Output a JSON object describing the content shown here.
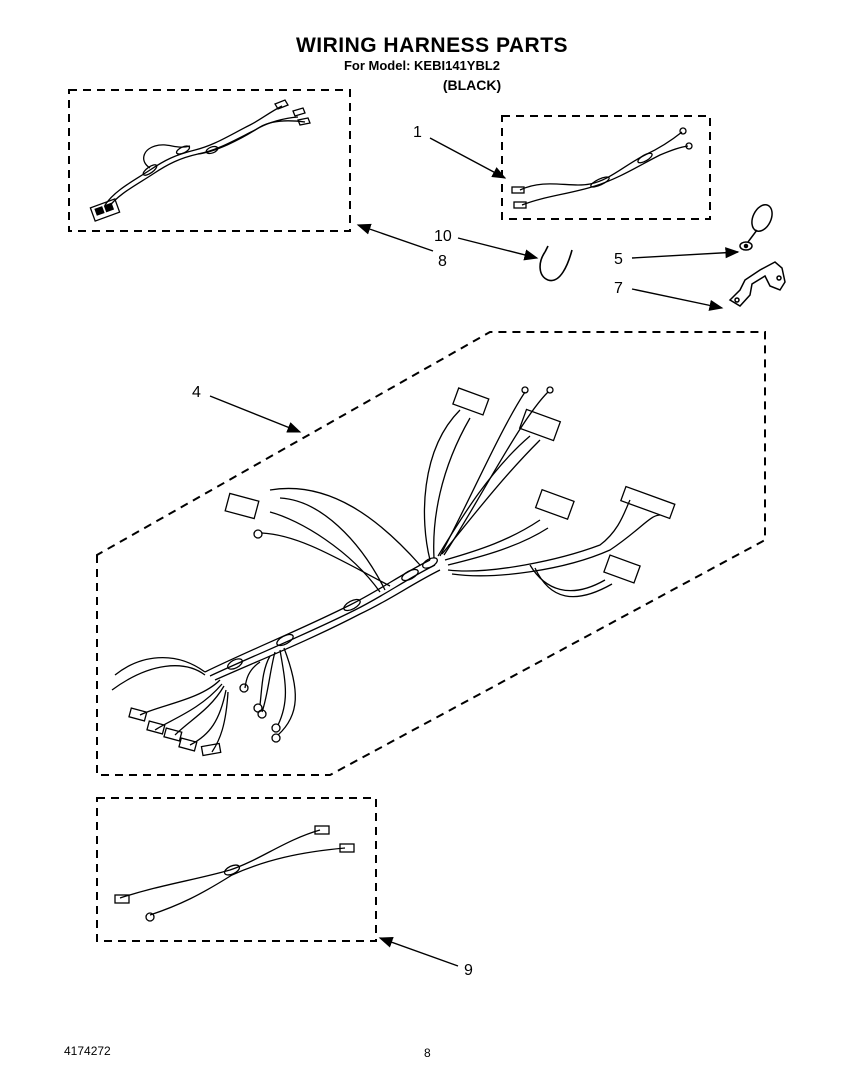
{
  "header": {
    "title": "WIRING HARNESS PARTS",
    "model_line": "For Model: KEBI141YBL2",
    "color": "(BLACK)"
  },
  "callouts": [
    {
      "number": "1",
      "part": "wire-harness-small"
    },
    {
      "number": "10",
      "part": "wire-tie"
    },
    {
      "number": "8",
      "part": "wire-harness-connector"
    },
    {
      "number": "5",
      "part": "ground-clamp-ring"
    },
    {
      "number": "7",
      "part": "mounting-bracket"
    },
    {
      "number": "4",
      "part": "main-wire-harness"
    },
    {
      "number": "9",
      "part": "wire-harness-lower"
    }
  ],
  "footer": {
    "document_number": "4174272",
    "page_number": "8"
  }
}
